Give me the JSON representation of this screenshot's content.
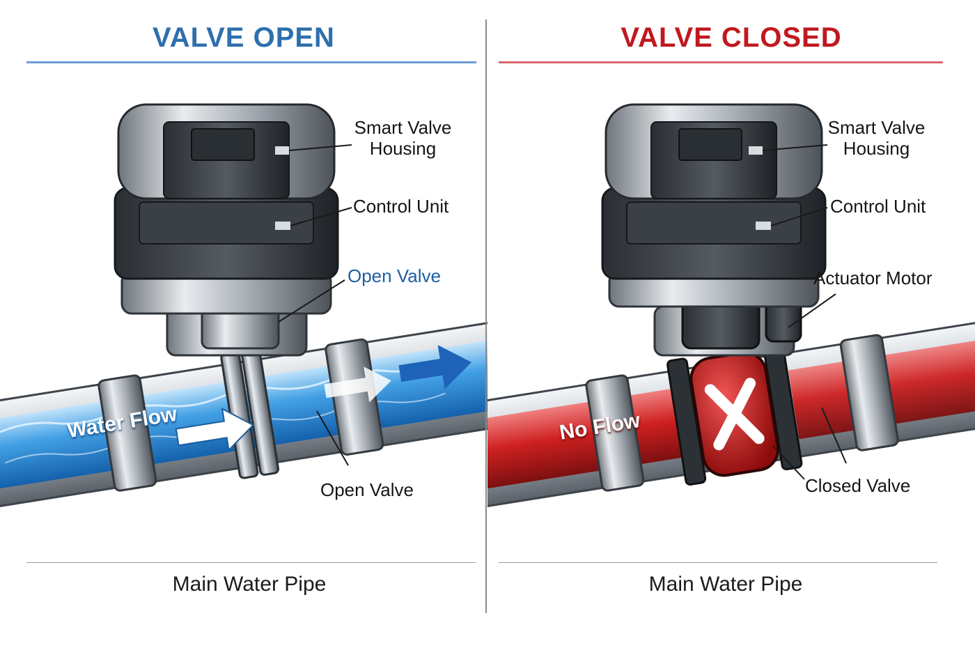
{
  "open_panel": {
    "title": "VALVE OPEN",
    "labels": {
      "housing_line1": "Smart Valve",
      "housing_line2": "Housing",
      "control_unit": "Control Unit",
      "open_valve_top": "Open Valve",
      "open_valve_bottom": "Open Valve",
      "flow_text": "Water Flow"
    },
    "footer": "Main Water Pipe",
    "accent_color": "#2e6fae",
    "fluid_color": "#2a8fe0"
  },
  "closed_panel": {
    "title": "VALVE CLOSED",
    "labels": {
      "housing_line1": "Smart Valve",
      "housing_line2": "Housing",
      "control_unit": "Control Unit",
      "actuator_motor": "Actuator Motor",
      "closed_valve": "Closed Valve",
      "flow_text": "No Flow"
    },
    "footer": "Main Water Pipe",
    "accent_color": "#c0191e",
    "fluid_color": "#d01818",
    "status_icon": "x-mark-icon"
  }
}
